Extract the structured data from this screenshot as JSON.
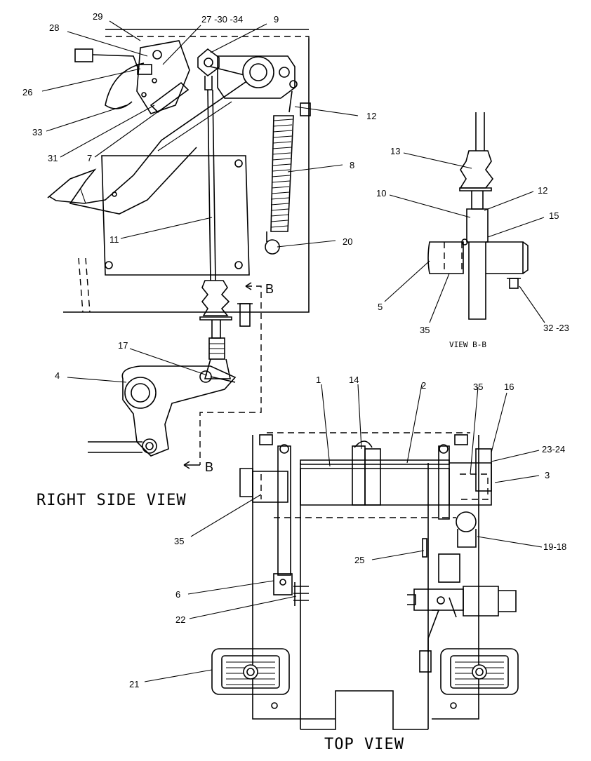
{
  "views": {
    "right_side": "RIGHT SIDE VIEW",
    "top": "TOP VIEW",
    "section": "VIEW B-B",
    "section_letter": "B"
  },
  "callouts": {
    "c29": "29",
    "c28": "28",
    "c27": "27 -30 -34",
    "c9": "9",
    "c26": "26",
    "c33": "33",
    "c31": "31",
    "c7": "7",
    "c12a": "12",
    "c8": "8",
    "c11": "11",
    "c20": "20",
    "c17": "17",
    "c4": "4",
    "c13": "13",
    "c10": "10",
    "c12b": "12",
    "c15": "15",
    "c5": "5",
    "c35a": "35",
    "c32": "32 -23",
    "c1": "1",
    "c14": "14",
    "c2": "2",
    "c35b": "35",
    "c16": "16",
    "c23": "23-24",
    "c3": "3",
    "c35c": "35",
    "c19": "19-18",
    "c25": "25",
    "c6": "6",
    "c22": "22",
    "c21": "21"
  }
}
